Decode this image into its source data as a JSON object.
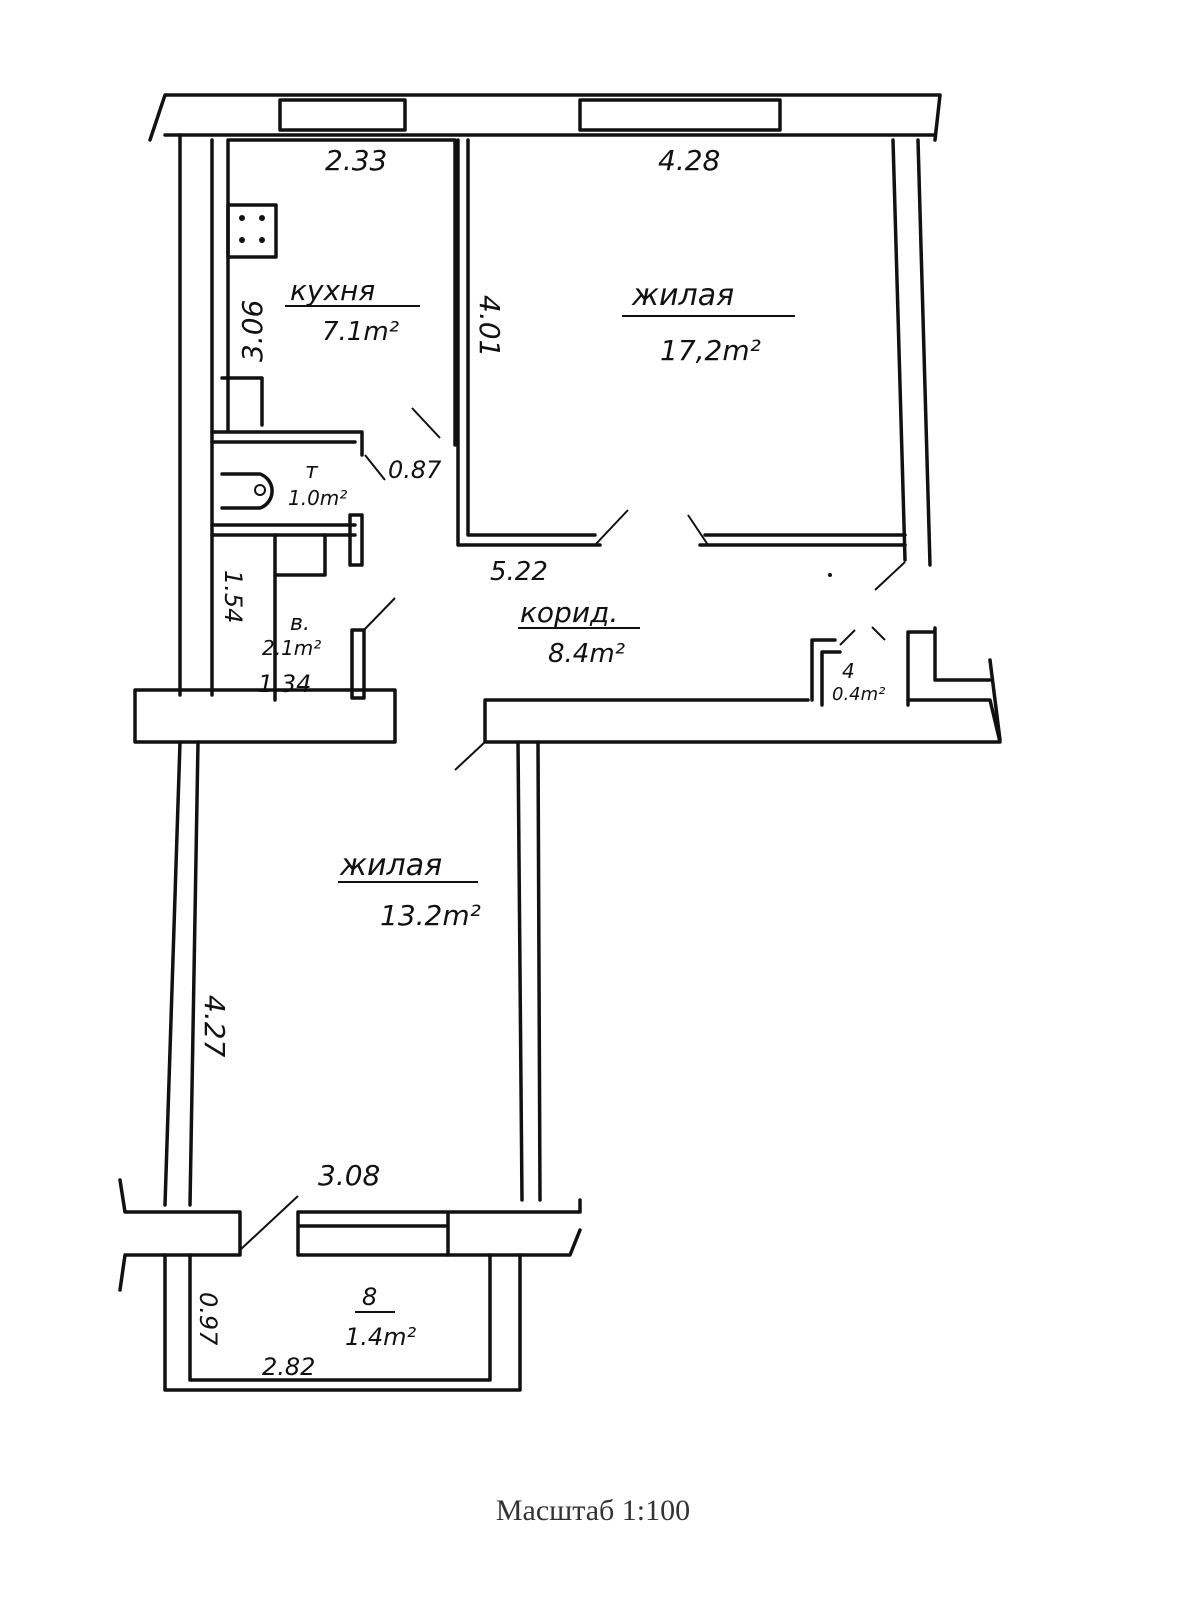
{
  "plan": {
    "rooms": [
      {
        "name": "кухня",
        "area": "7.1m²"
      },
      {
        "name": "жилая",
        "area": "17,2m²"
      },
      {
        "name": "т",
        "area": "1.0m²"
      },
      {
        "name": "в.",
        "area": "2.1m²"
      },
      {
        "name": "корид.",
        "area": "8.4m²"
      },
      {
        "name": "4",
        "area": "0.4m²"
      },
      {
        "name": "жилая",
        "area": "13.2m²"
      },
      {
        "name": "8",
        "area": "1.4m²"
      }
    ],
    "dimensions": {
      "kitchen_width": "2.33",
      "room1_width": "4.28",
      "kitchen_length": "3.06",
      "room1_length": "4.01",
      "door_toilet": "0.87",
      "corridor_length": "5.22",
      "bath_length": "1.54",
      "bath_width": "1.34",
      "room2_length": "4.27",
      "room2_width": "3.08",
      "balcony_depth": "0.97",
      "balcony_width": "2.82"
    }
  },
  "caption": "Масштаб 1:100"
}
